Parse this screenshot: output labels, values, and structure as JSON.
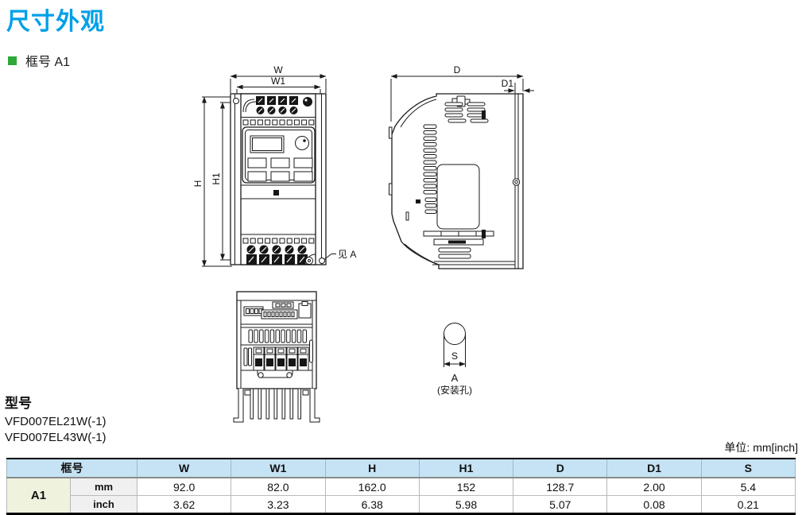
{
  "page": {
    "title": "尺寸外观",
    "frame_label": "框号 A1",
    "unit_note": "单位: mm[inch]"
  },
  "models": {
    "heading": "型号",
    "lines": [
      "VFD007EL21W(-1)",
      "VFD007EL43W(-1)"
    ]
  },
  "drawings": {
    "front": {
      "dim_w": "W",
      "dim_w1": "W1",
      "dim_h": "H",
      "dim_h1": "H1",
      "see_note": "见 A"
    },
    "side": {
      "dim_d": "D",
      "dim_d1": "D1"
    },
    "hole": {
      "dim_s": "S",
      "label": "A",
      "sublabel": "(安装孔)"
    }
  },
  "table": {
    "frame_header": "框号",
    "columns": [
      "W",
      "W1",
      "H",
      "H1",
      "D",
      "D1",
      "S"
    ],
    "frame": "A1",
    "rows": [
      {
        "unit": "mm",
        "values": [
          "92.0",
          "82.0",
          "162.0",
          "152",
          "128.7",
          "2.00",
          "5.4"
        ]
      },
      {
        "unit": "inch",
        "values": [
          "3.62",
          "3.23",
          "6.38",
          "5.98",
          "5.07",
          "0.08",
          "0.21"
        ]
      }
    ]
  },
  "colors": {
    "accent": "#00A0E9",
    "bullet_green": "#2FA837",
    "table_header_bg": "#C5E3F5",
    "frame_cell_bg": "#EFF3DE",
    "unit_cell_bg": "#F0F0F0"
  }
}
